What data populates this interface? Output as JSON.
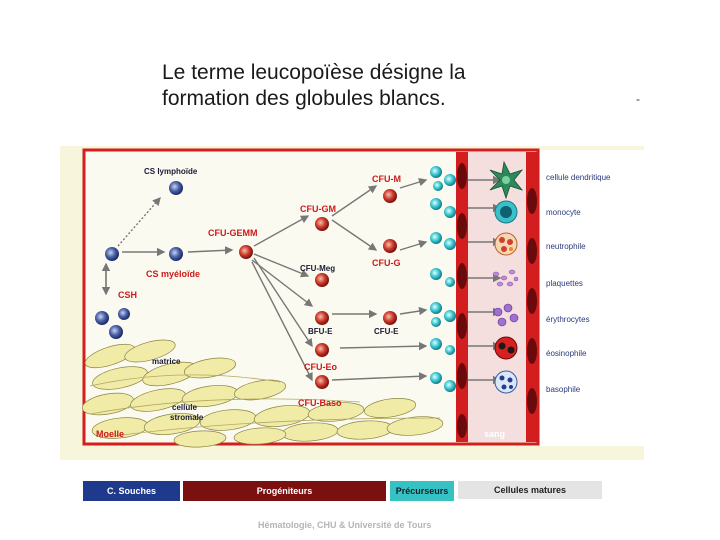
{
  "title_line1": "Le terme leucopoïèse désigne la",
  "title_line2": "formation des globules blancs.",
  "stray_mark": "-",
  "diagram": {
    "labels": {
      "cs_lymphoide": "CS lymphoïde",
      "cs_myeloide": "CS myéloïde",
      "csh": "CSH",
      "cfu_gemm": "CFU-GEMM",
      "cfu_gm": "CFU-GM",
      "cfu_m": "CFU-M",
      "cfu_g": "CFU-G",
      "cfu_meg": "CFU-Meg",
      "bfu_e": "BFU-E",
      "cfu_e": "CFU-E",
      "cfu_eo": "CFU-Eo",
      "cfu_baso": "CFU-Baso",
      "matrice": "matrice",
      "cellule_stromale_1": "cellule",
      "cellule_stromale_2": "stromale",
      "moelle": "Moelle",
      "sang": "sang"
    },
    "mature_cells": [
      "cellule dendritique",
      "monocyte",
      "neutrophile",
      "plaquettes",
      "érythrocytes",
      "éosinophile",
      "basophile"
    ]
  },
  "legend": {
    "souches": "C. Souches",
    "progeniteurs": "Progéniteurs",
    "precurseurs": "Précurseurs",
    "matures": "Cellules matures"
  },
  "credit": "Hématologie, CHU & Université de Tours",
  "colors": {
    "frame_red": "#d21e1e",
    "stem_blue": "#1f3a8c",
    "progenitor_red": "#7a1010",
    "precursor_cyan": "#36c2c2",
    "mature_grey": "#e4e4e4"
  }
}
